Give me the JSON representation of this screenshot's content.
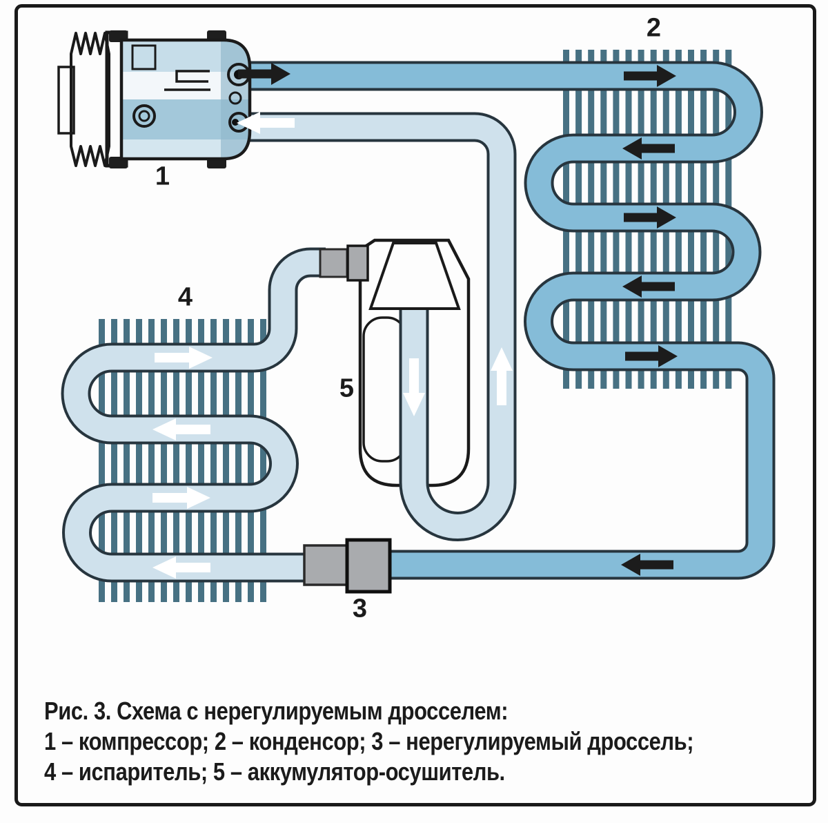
{
  "figure": {
    "caption_lines": [
      "Рис. 3. Схема с нерегулируемым дросселем:",
      "1 – компрессор; 2 – конденсор; 3 – нерегулируемый дроссель;",
      "4 – испаритель; 5 – аккумулятор-осушитель."
    ]
  },
  "component_labels": {
    "compressor": "1",
    "condenser": "2",
    "orifice": "3",
    "evaporator": "4",
    "accumulator": "5"
  },
  "diagram": {
    "condenser_fin_count": 14,
    "evaporator_fin_count": 14,
    "condenser_passes": 5,
    "evaporator_passes": 4
  },
  "colors": {
    "background": "#fdfdfd",
    "frame": "#1a1a1a",
    "text": "#1b1b1b",
    "tube_high": "#85bcd8",
    "tube_low": "#cfe1ec",
    "tube_outline": "#27353e",
    "fin": "#477183",
    "metal": "#a9abae",
    "arrow_dark": "#1c1c1c",
    "arrow_light": "#ffffff",
    "body_band1": "#c6dde9",
    "body_band2": "#f3f7fa",
    "body_band3": "#a3c8da",
    "body_band4": "#d4e6ef",
    "cap_shade": "#8fb7cb",
    "pulley": "#c9dce7",
    "hub": "#d3dde3",
    "port_face": "#d8e6ee"
  }
}
